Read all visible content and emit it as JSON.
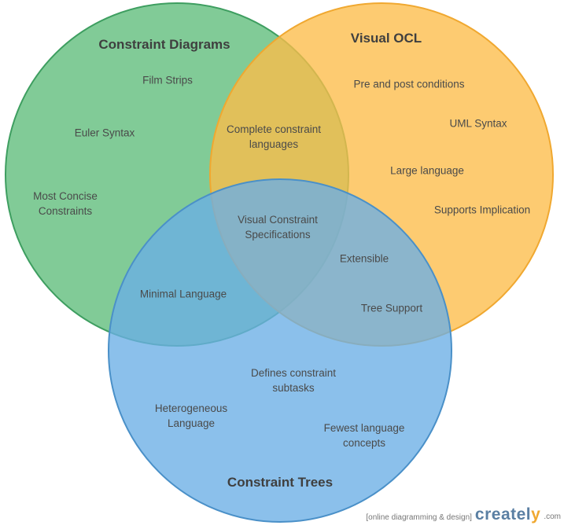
{
  "sets": [
    {
      "title": "Constraint Diagrams",
      "fill": "#5ebc7a",
      "stroke": "#3e9e60"
    },
    {
      "title": "Visual OCL",
      "fill": "#fcbd49",
      "stroke": "#f0a830"
    },
    {
      "title": "Constraint Trees",
      "fill": "#6aaee6",
      "stroke": "#4a90c8"
    }
  ],
  "labels": {
    "film_strips": "Film Strips",
    "euler_syntax": "Euler Syntax",
    "most_concise": "Most Concise\nConstraints",
    "pre_post": "Pre and post conditions",
    "uml_syntax": "UML Syntax",
    "large_language": "Large language",
    "supports_implication": "Supports Implication",
    "complete_constraint": "Complete constraint\nlanguages",
    "visual_constraint": "Visual Constraint\nSpecifications",
    "minimal_language": "Minimal Language",
    "extensible": "Extensible",
    "tree_support": "Tree Support",
    "defines_subtasks": "Defines constraint\nsubtasks",
    "heterogeneous": "Heterogeneous\nLanguage",
    "fewest_concepts": "Fewest language\nconcepts"
  },
  "watermark": {
    "tagline": "[online diagramming & design]",
    "brand_main": "createl",
    "brand_accent": "y",
    "domain": ".com"
  }
}
